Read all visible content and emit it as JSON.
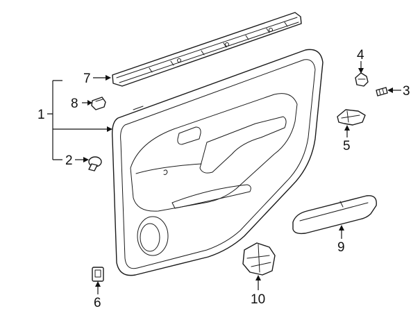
{
  "diagram": {
    "callouts": [
      {
        "id": "1",
        "label": "1"
      },
      {
        "id": "2",
        "label": "2"
      },
      {
        "id": "3",
        "label": "3"
      },
      {
        "id": "4",
        "label": "4"
      },
      {
        "id": "5",
        "label": "5"
      },
      {
        "id": "6",
        "label": "6"
      },
      {
        "id": "7",
        "label": "7"
      },
      {
        "id": "8",
        "label": "8"
      },
      {
        "id": "9",
        "label": "9"
      },
      {
        "id": "10",
        "label": "10"
      }
    ],
    "parts": [
      {
        "callout": "1",
        "icon": "door-trim-panel-icon"
      },
      {
        "callout": "2",
        "icon": "trim-clip-icon"
      },
      {
        "callout": "3",
        "icon": "screw-icon"
      },
      {
        "callout": "4",
        "icon": "retainer-clip-icon"
      },
      {
        "callout": "5",
        "icon": "handle-bracket-icon"
      },
      {
        "callout": "6",
        "icon": "switch-bezel-icon"
      },
      {
        "callout": "7",
        "icon": "belt-weatherstrip-icon"
      },
      {
        "callout": "8",
        "icon": "fastener-clip-icon"
      },
      {
        "callout": "9",
        "icon": "pull-handle-icon"
      },
      {
        "callout": "10",
        "icon": "window-switch-icon"
      }
    ]
  }
}
